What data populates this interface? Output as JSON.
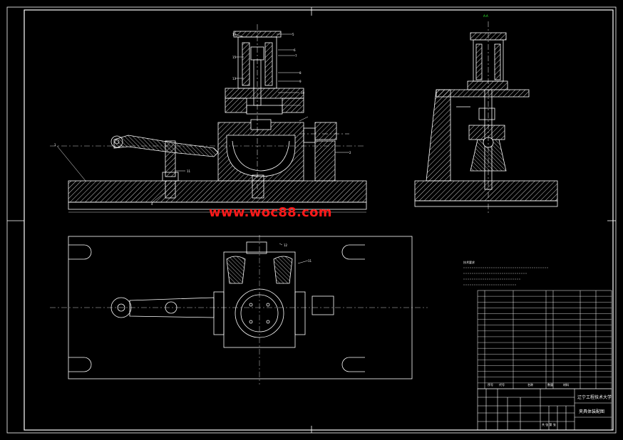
{
  "watermark": "www.woc88.com",
  "title_block": {
    "school": "辽宁工程技术大学",
    "drawing_title": "夹具体装配图",
    "col_headers": [
      "序号",
      "代号",
      "名称",
      "数量",
      "材料"
    ],
    "scale_box": "共 张 第 张"
  },
  "colors": {
    "background": "#000000",
    "line": "#ffffff",
    "hatch": "#ffffff",
    "watermark": "#ff1a1a",
    "leader": "#ffffff"
  },
  "part_numbers": [
    "1",
    "2",
    "3",
    "4",
    "5",
    "6",
    "7",
    "8",
    "9",
    "10",
    "11",
    "12",
    "13",
    "14",
    "15"
  ],
  "tech_requirements_title": "技术要求"
}
